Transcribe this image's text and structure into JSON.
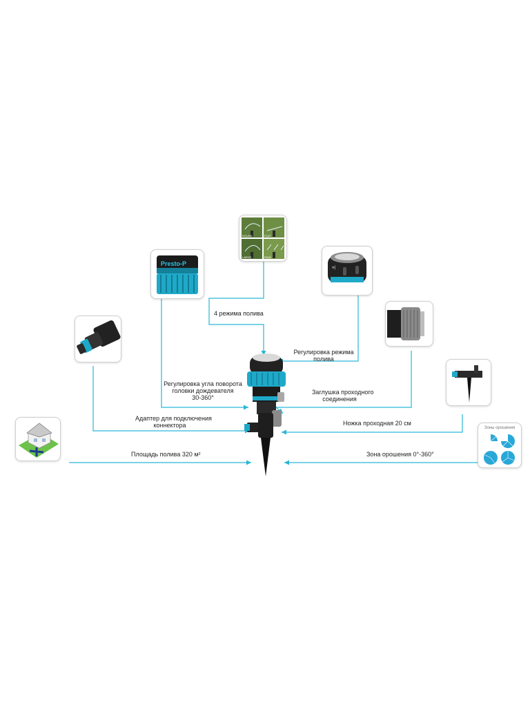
{
  "colors": {
    "line": "#29b6d6",
    "accent": "#1fa9c9",
    "body": "#1b1b1b",
    "grey": "#9a9a9a"
  },
  "labels": {
    "modes": "4 режима полива",
    "mode_adjust": [
      "Регулировка режима",
      "полива"
    ],
    "rotation": [
      "Регулировка угла поворота",
      "головки дождевателя",
      "30-360°"
    ],
    "plug": [
      "Заглушка проходного",
      "соединения"
    ],
    "adapter": [
      "Адаптер для подключения",
      "коннектора"
    ],
    "leg": "Ножка проходная 20 см",
    "area": "Площадь полива 320 м²",
    "zone": "Зона орошения 0°-360°"
  },
  "tiles": {
    "modes_photo": {
      "captions": [
        "ROUND",
        "FLAT",
        "LARGE",
        "RAIN"
      ]
    },
    "brand_ring": {
      "text": "Presto-P"
    },
    "zones": {
      "title": "Зоны орошения"
    }
  }
}
